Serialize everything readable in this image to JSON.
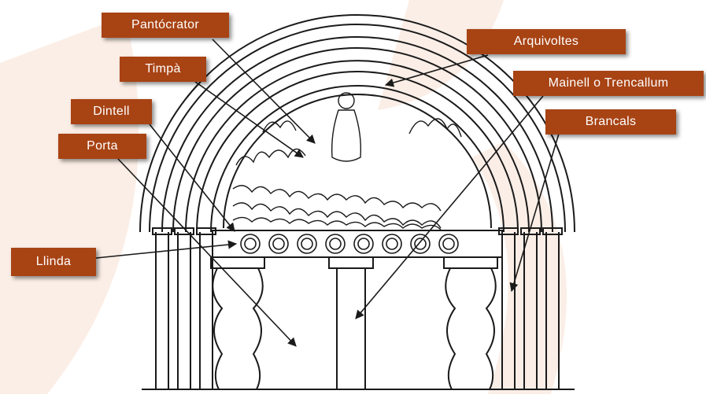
{
  "labels": {
    "pantocrator": "Pantócrator",
    "arquivoltes": "Arquivoltes",
    "timpa": "Timpà",
    "mainell": "Mainell o Trencallum",
    "dintell": "Dintell",
    "brancals": "Brancals",
    "porta": "Porta",
    "llinda": "Llinda"
  },
  "colors": {
    "label_bg": "#a84314",
    "label_text": "#ffffff",
    "watermark": "#fbeee6",
    "line": "#1a1a1a"
  },
  "icons": {
    "illustration": "romanesque-portal-drawing"
  }
}
